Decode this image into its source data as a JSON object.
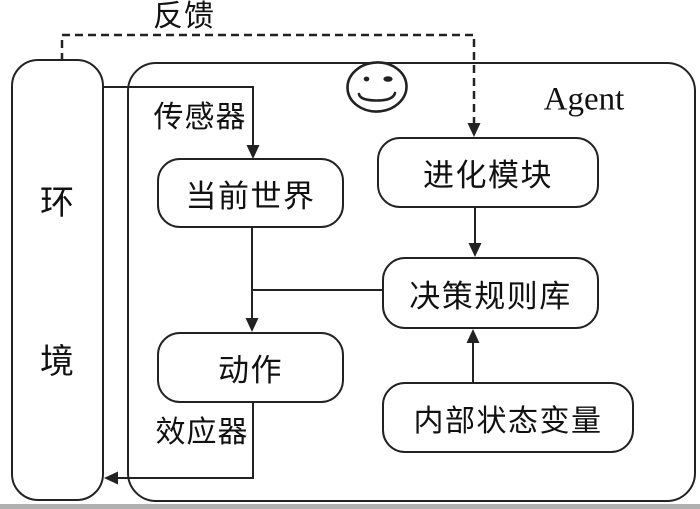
{
  "title": "Agent structure diagram",
  "labels": {
    "feedback": "反馈",
    "agent": "Agent",
    "sensor": "传感器",
    "effector": "效应器"
  },
  "environment": {
    "char_top": "环",
    "char_bottom": "境"
  },
  "nodes": {
    "current_world": "当前世界",
    "evolution_module": "进化模块",
    "decision_rule_base": "决策规则库",
    "action": "动作",
    "internal_state_variables": "内部状态变量"
  },
  "icons": {
    "smiley": "smiley-face"
  },
  "colors": {
    "line": "#222222",
    "text": "#111111",
    "background": "#ffffff",
    "bottom_strip": "#b0b0b0"
  }
}
